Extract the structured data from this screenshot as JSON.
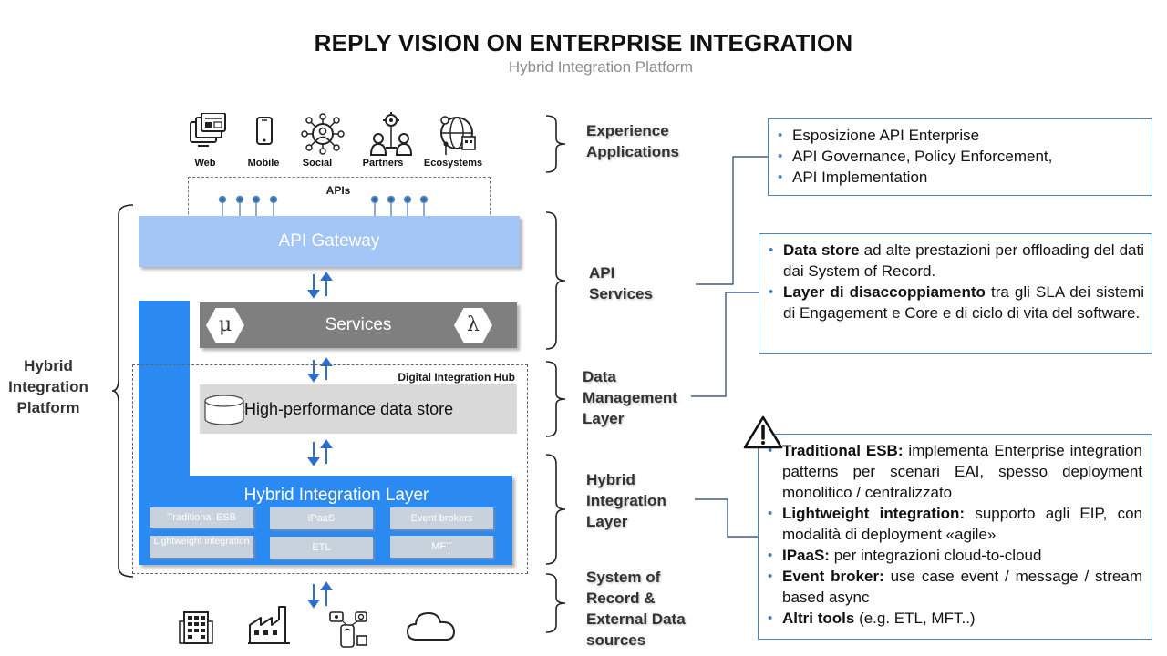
{
  "header": {
    "title": "REPLY VISION ON ENTERPRISE INTEGRATION",
    "subtitle": "Hybrid Integration Platform"
  },
  "experience": {
    "channels": [
      {
        "label": "Web",
        "icon": "web-icon"
      },
      {
        "label": "Mobile",
        "icon": "mobile-icon"
      },
      {
        "label": "Social",
        "icon": "social-icon"
      },
      {
        "label": "Partners",
        "icon": "partners-icon"
      },
      {
        "label": "Ecosystems",
        "icon": "ecosystems-icon"
      }
    ],
    "apis_label": "APIs"
  },
  "stack": {
    "gateway": "API  Gateway",
    "services": "Services",
    "micro_symbol": "μ",
    "lambda_symbol": "λ",
    "hub_label": "Digital Integration Hub",
    "datastore": "High-performance data store",
    "hybrid_layer": "Hybrid Integration Layer",
    "tools": {
      "esb": "Traditional ESB",
      "lightweight": "Lightweight integration",
      "ipaas": "iPaaS",
      "etl": "ETL",
      "event_brokers": "Event brokers",
      "mft": "MFT"
    }
  },
  "sources_icons": [
    "building-icon",
    "factory-icon",
    "iot-devices-icon",
    "cloud-icon"
  ],
  "platform_label": "Hybrid Integration Platform",
  "layers": {
    "experience": "Experience Applications",
    "api_services": "API Services",
    "data_management": "Data Management Layer",
    "hybrid_integration": "Hybrid Integration Layer",
    "system_of_record": "System of Record & External Data sources"
  },
  "info_boxes": {
    "api": [
      "Esposizione API Enterprise",
      "API Governance, Policy Enforcement,",
      "API Implementation"
    ],
    "data": [
      {
        "bold": "Data store",
        "text": " ad alte prestazioni per offloading del dati dai System of Record."
      },
      {
        "bold": "Layer di disaccoppiamento",
        "text": " tra gli SLA dei sistemi di Engagement e Core e di ciclo di vita del software."
      }
    ],
    "integration": [
      {
        "bold": "Traditional ESB:",
        "text": " implementa Enterprise integration patterns per scenari EAI, spesso deployment monolitico / centralizzato"
      },
      {
        "bold": "Lightweight integration:",
        "text": " supporto agli EIP, con modalità di deployment «agile»"
      },
      {
        "bold": "IPaaS:",
        "text": " per integrazioni cloud-to-cloud"
      },
      {
        "bold": "Event broker:",
        "text": " use case event / message / stream based async"
      },
      {
        "bold": "Altri tools",
        "text": " (e.g. ETL, MFT..)"
      }
    ],
    "warning_icon": "warning-icon"
  },
  "colors": {
    "gateway": "#a3c6f7",
    "integration_layer": "#2b8af2",
    "services": "#7f7f7f",
    "datastore": "#d9d9d9",
    "arrow": "#2f6fc9",
    "box_border": "#4a87bd"
  }
}
